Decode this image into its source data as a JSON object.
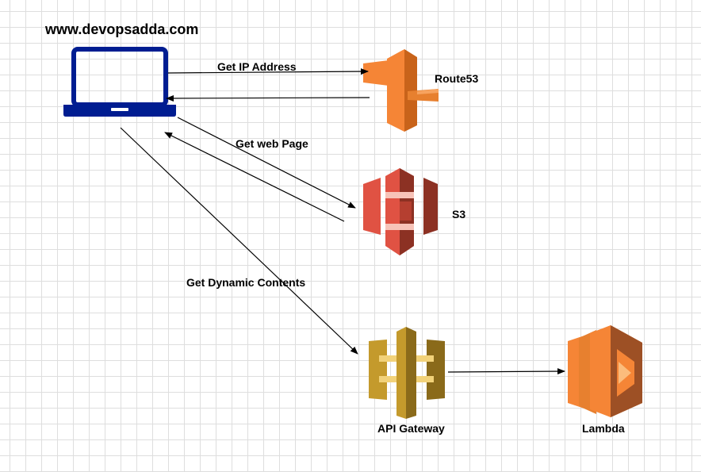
{
  "site": {
    "title": "www.devopsadda.com"
  },
  "nodes": {
    "client": {
      "icon": "laptop-icon"
    },
    "route53": {
      "label": "Route53",
      "icon": "route53-icon",
      "color": "#e7802f"
    },
    "s3": {
      "label": "S3",
      "icon": "s3-bucket-icon",
      "color": "#e05243"
    },
    "api_gateway": {
      "label": "API Gateway",
      "icon": "api-gateway-icon",
      "color": "#c49a2c"
    },
    "lambda": {
      "label": "Lambda",
      "icon": "lambda-icon",
      "color": "#f58536"
    }
  },
  "edges": {
    "get_ip": {
      "label": "Get IP Address"
    },
    "get_web": {
      "label": "Get web Page"
    },
    "get_dynamic": {
      "label": "Get Dynamic Contents"
    }
  },
  "colors": {
    "laptop": "#001d91",
    "arrow": "#000000"
  }
}
